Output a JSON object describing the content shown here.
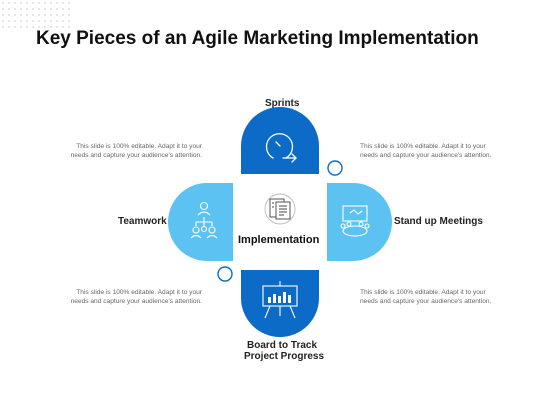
{
  "title": "Key Pieces of an Agile Marketing Implementation",
  "center": {
    "label": "Implementation",
    "icon": "document-checklist-icon"
  },
  "pieces": {
    "top": {
      "label": "Sprints",
      "icon": "circular-arrow-icon",
      "color": "#0b6bc6"
    },
    "right": {
      "label": "Stand up Meetings",
      "icon": "meeting-presentation-icon",
      "color": "#5bc2f2"
    },
    "bottom": {
      "label_line1": "Board to Track",
      "label_line2": "Project Progress",
      "icon": "chart-board-icon",
      "color": "#0b6bc6"
    },
    "left": {
      "label": "Teamwork",
      "icon": "team-hierarchy-icon",
      "color": "#5bc2f2"
    }
  },
  "descriptions": {
    "top_left": {
      "line1": "This slide is 100% editable. Adapt it to your",
      "line2": "needs and capture your audience's attention."
    },
    "top_right": {
      "line1": "This slide is 100% editable. Adapt it to your",
      "line2": "needs and capture your audience's attention."
    },
    "bottom_left": {
      "line1": "This slide is 100% editable. Adapt it to your",
      "line2": "needs and capture your audience's attention."
    },
    "bottom_right": {
      "line1": "This slide is 100% editable. Adapt it to your",
      "line2": "needs and capture your audience's attention."
    }
  },
  "colors": {
    "dark_blue": "#0b6bc6",
    "light_blue": "#5bc2f2",
    "connector_ring": "#0b6bc6"
  }
}
